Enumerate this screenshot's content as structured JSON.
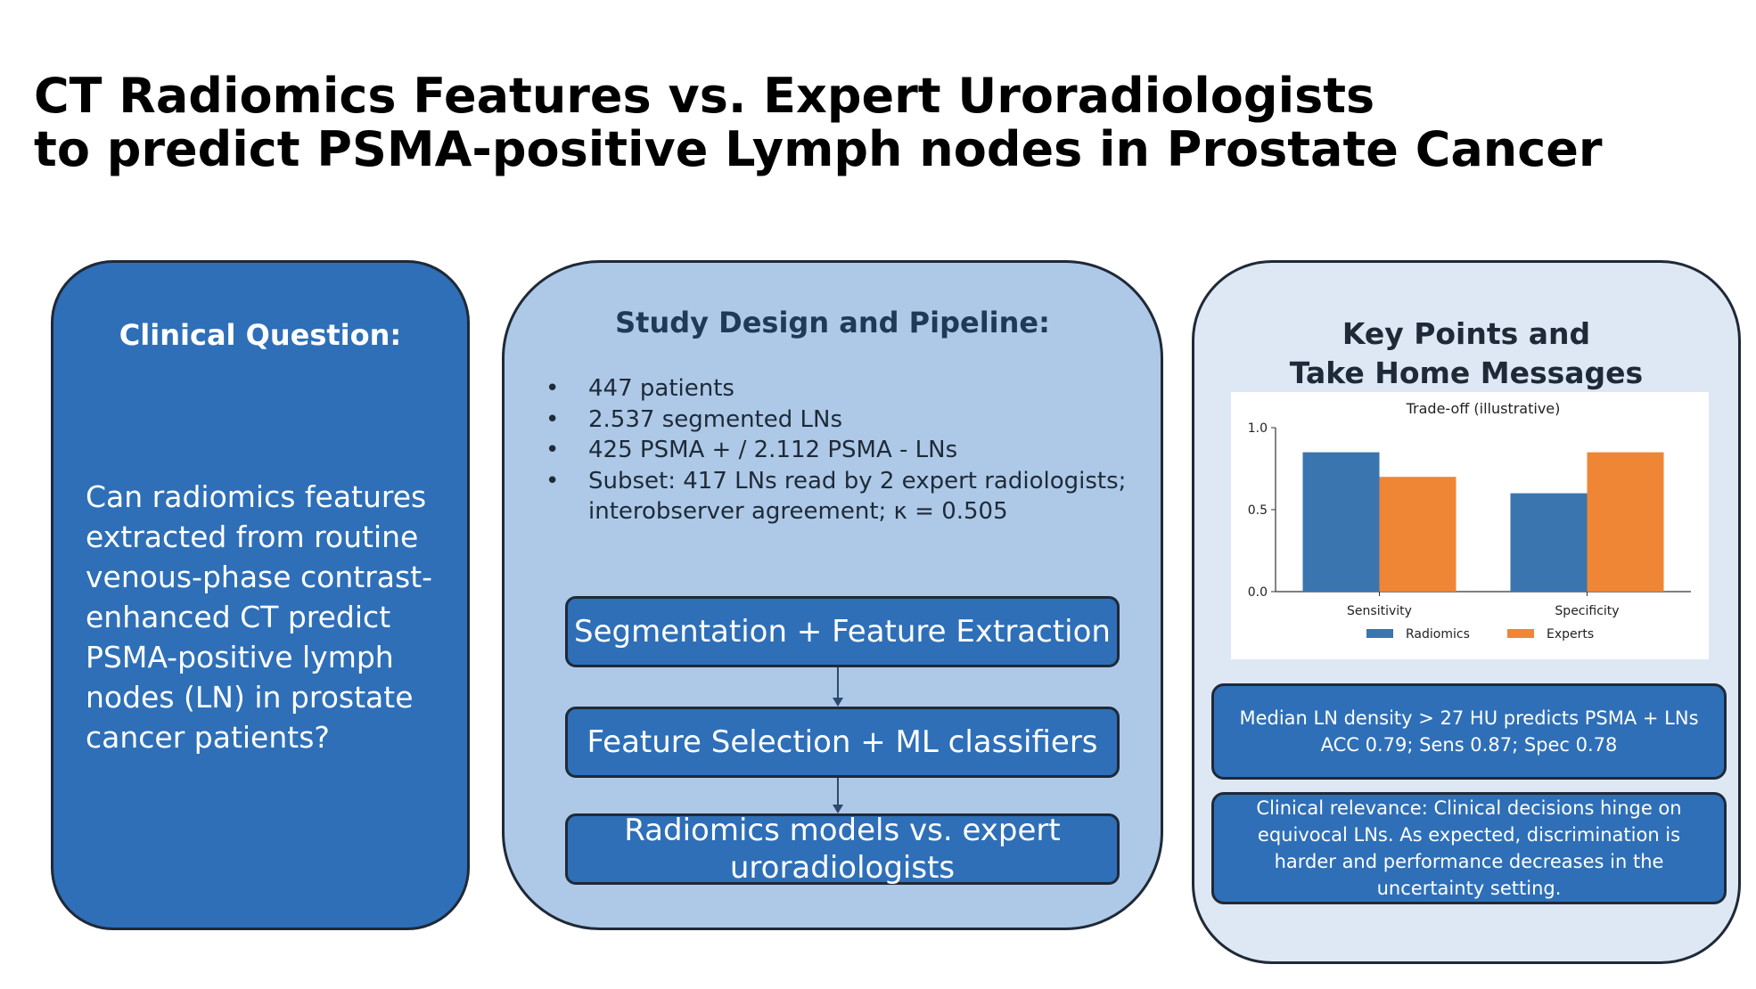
{
  "title": {
    "line1": "CT Radiomics Features vs. Expert Uroradiologists",
    "line2": "to predict PSMA-positive Lymph nodes in Prostate Cancer"
  },
  "clinical_question": {
    "heading": "Clinical Question:",
    "body": "Can radiomics features extracted from routine venous-phase contrast-enhanced CT predict PSMA-positive lymph nodes (LN) in prostate cancer patients?"
  },
  "study_design": {
    "heading": "Study Design and Pipeline:",
    "bullets": [
      "447 patients",
      "2.537 segmented LNs",
      "425 PSMA + / 2.112 PSMA - LNs",
      "Subset: 417 LNs read by 2 expert radiologists; interobserver agreement; κ = 0.505"
    ],
    "bullet_symbol": "•",
    "pipeline": [
      "Segmentation + Feature Extraction",
      "Feature Selection + ML classifiers",
      "Radiomics models vs. expert uroradiologists"
    ]
  },
  "key_points": {
    "heading_line1": "Key Points and",
    "heading_line2": "Take Home Messages",
    "box1_line1": "Median LN density > 27 HU predicts PSMA + LNs",
    "box1_line2": "ACC 0.79; Sens 0.87; Spec 0.78",
    "box2": "Clinical relevance: Clinical decisions hinge on equivocal LNs. As expected, discrimination is harder and performance decreases in the uncertainty setting."
  },
  "chart_data": {
    "type": "bar",
    "title": "Trade-off (illustrative)",
    "categories": [
      "Sensitivity",
      "Specificity"
    ],
    "series": [
      {
        "name": "Radiomics",
        "values": [
          0.85,
          0.6
        ],
        "color": "#3a75b0"
      },
      {
        "name": "Experts",
        "values": [
          0.7,
          0.85
        ],
        "color": "#ef8636"
      }
    ],
    "ylim": [
      0,
      1.0
    ],
    "yticks": [
      "0.0",
      "0.5",
      "1.0"
    ],
    "ytick_values": [
      0.0,
      0.5,
      1.0
    ],
    "legend_placement": "bottom",
    "grid": false
  },
  "colors": {
    "primary_blue": "#2e6fb8",
    "light_blue": "#adc9e7",
    "pale_blue": "#dde8f4",
    "outline": "#1f2937",
    "arrow": "#2c4a6e"
  }
}
